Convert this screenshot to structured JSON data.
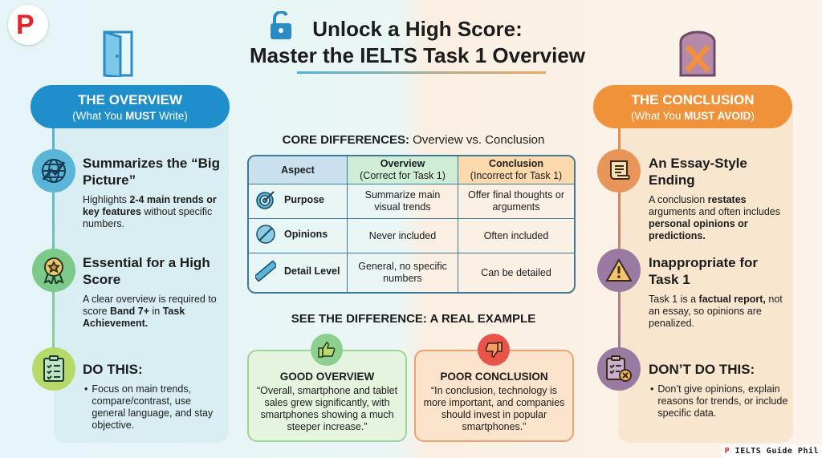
{
  "brand": {
    "logo_letter": "P",
    "watermark": "IELTS Guide Phil",
    "watermark_letter": "P"
  },
  "title": {
    "line1": "Unlock a High Score:",
    "line2": "Master the IELTS Task 1 Overview"
  },
  "colors": {
    "overview": "#1f8fcc",
    "conclusion": "#f0923a",
    "good": "#8ccf8e",
    "poor": "#e8544a"
  },
  "overview": {
    "heading": "THE OVERVIEW",
    "sub_pre": "(What You ",
    "sub_bold": "MUST",
    "sub_post": " Write)",
    "items": [
      {
        "icon": "globe-icon",
        "title": "Summarizes the “Big Picture”",
        "b1": "Highlights ",
        "b2": "2-4 main trends or key features",
        "b3": " without specific numbers."
      },
      {
        "icon": "award-ribbon-icon",
        "title": "Essential for a High Score",
        "b1": "A clear overview is required to score ",
        "b2": "Band 7+",
        "b3": " in ",
        "b4": "Task Achievement."
      },
      {
        "icon": "checklist-icon",
        "title": "DO THIS:",
        "bullet": "Focus on main trends, compare/contrast, use general language, and stay objective."
      }
    ]
  },
  "conclusion": {
    "heading": "THE CONCLUSION",
    "sub_pre": "(What You ",
    "sub_bold": "MUST AVOID",
    "sub_post": ")",
    "items": [
      {
        "icon": "scroll-icon",
        "title": "An Essay-Style Ending",
        "b1": "A conclusion ",
        "b2": "restates",
        "b3": " arguments and often includes ",
        "b4": "personal opinions or predictions."
      },
      {
        "icon": "warning-icon",
        "title": "Inappropriate for Task 1",
        "b1": "Task 1 is a ",
        "b2": "factual report,",
        "b3": " not an essay, so opinions are penalized."
      },
      {
        "icon": "checklist-x-icon",
        "title": "DON’T DO THIS:",
        "bullet": "Don’t give opinions, explain reasons for trends, or include specific data."
      }
    ]
  },
  "core": {
    "title_bold": "CORE DIFFERENCES:",
    "title_rest": " Overview vs. Conclusion",
    "headers": {
      "aspect": "Aspect",
      "ov": "Overview",
      "ov_sub": "(Correct for Task 1)",
      "co": "Conclusion",
      "co_sub": "(Incorrect for Task 1)"
    },
    "rows": [
      {
        "icon": "target-icon",
        "aspect": "Purpose",
        "ov": "Summarize main visual trends",
        "co": "Offer final thoughts or arguments"
      },
      {
        "icon": "no-opinion-icon",
        "aspect": "Opinions",
        "ov": "Never included",
        "co": "Often included"
      },
      {
        "icon": "ruler-icon",
        "aspect": "Detail Level",
        "ov": "General, no specific numbers",
        "co": "Can be detailed"
      }
    ]
  },
  "example": {
    "title": "SEE THE DIFFERENCE: A REAL EXAMPLE",
    "good": {
      "title": "GOOD OVERVIEW",
      "quote": "“Overall, smartphone and tablet sales grew significantly, with smartphones showing a much steeper increase.”"
    },
    "poor": {
      "title": "POOR CONCLUSION",
      "quote": "“In conclusion, technology is more important, and companies should invest in popular smartphones.”"
    }
  }
}
